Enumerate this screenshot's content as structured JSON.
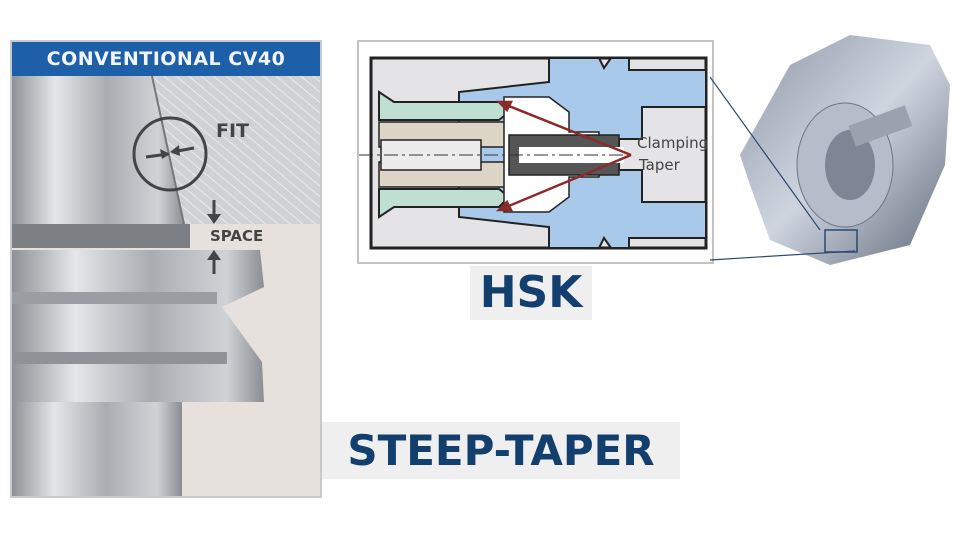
{
  "conventional": {
    "title": "CONVENTIONAL CV40",
    "fit_label": "FIT",
    "space_label": "SPACE"
  },
  "hsk": {
    "callout_line1": "Clamping",
    "callout_line2": "Taper",
    "label": "HSK"
  },
  "steep_taper": {
    "label": "STEEP-TAPER"
  },
  "colors": {
    "header_blue": "#1d5fa8",
    "label_navy": "#123f6e",
    "hsk_blue": "#a9c9ea",
    "arrow_red": "#8b2a2a"
  }
}
